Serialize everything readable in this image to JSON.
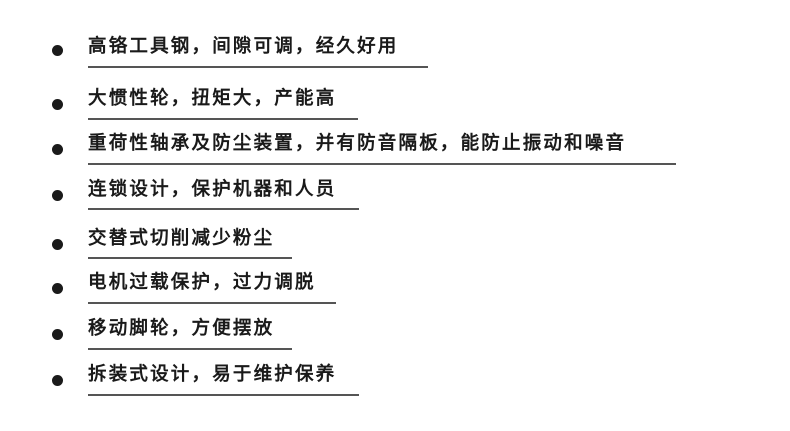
{
  "features": [
    {
      "text": "高铬工具钢，间隙可调，经久好用"
    },
    {
      "text": "大惯性轮，扭矩大，产能高"
    },
    {
      "text": "重荷性轴承及防尘装置，并有防音隔板，能防止振动和噪音"
    },
    {
      "text": "连锁设计，保护机器和人员"
    },
    {
      "text": "交替式切削减少粉尘"
    },
    {
      "text": "电机过载保护，过力调脱"
    },
    {
      "text": "移动脚轮，方便摆放"
    },
    {
      "text": "拆装式设计，易于维护保养"
    }
  ],
  "colors": {
    "text": "#1a1a1a",
    "bullet": "#1a1a1a",
    "underline": "#555555",
    "background": "#ffffff"
  }
}
